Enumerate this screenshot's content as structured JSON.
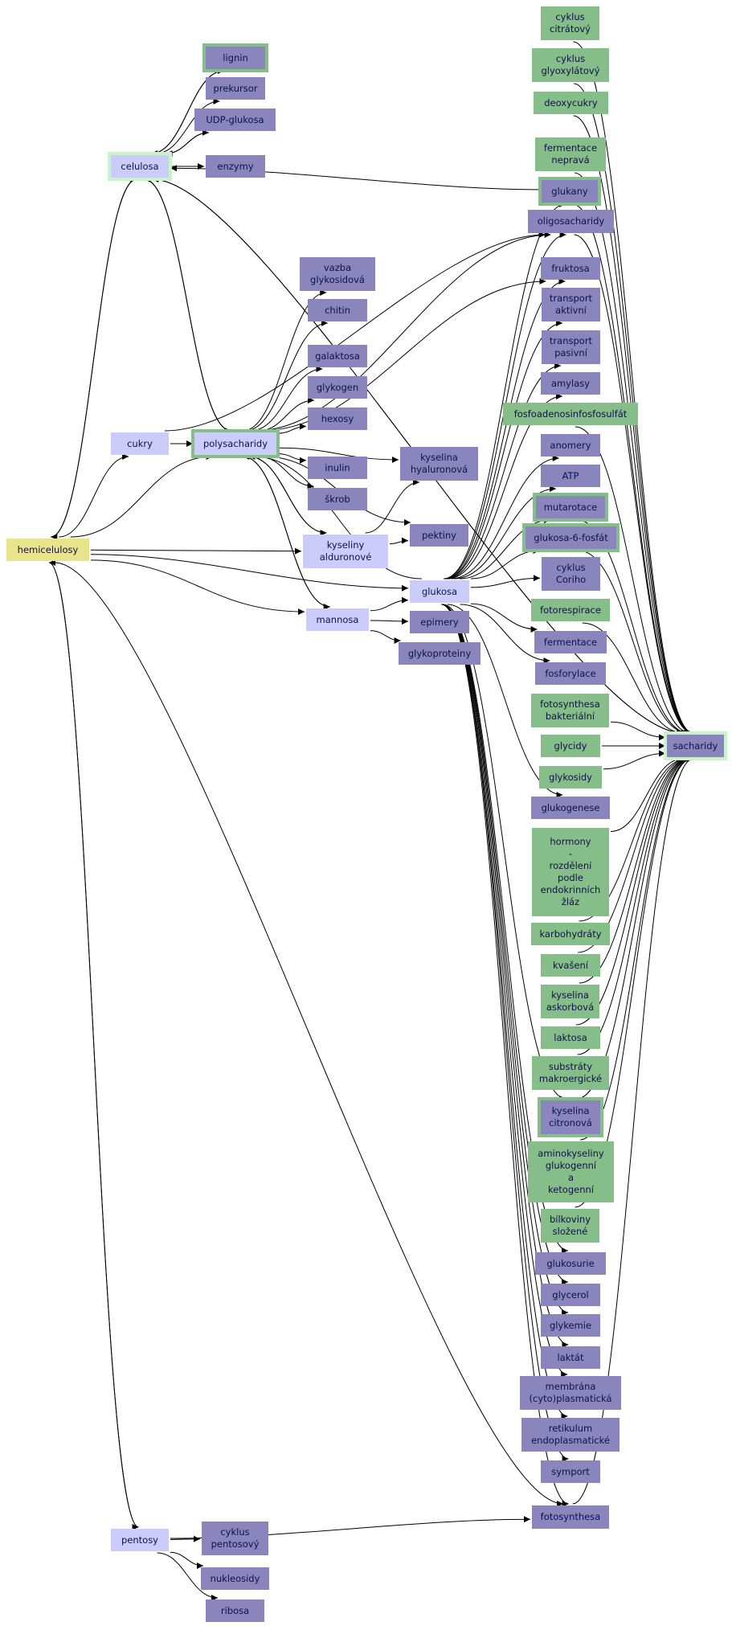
{
  "colors": {
    "purple": "#8a85bd",
    "green": "#86be8a",
    "lavender": "#ccccfb",
    "yellow": "#e8e48c",
    "edge": "#000000"
  },
  "nodes": [
    {
      "id": "cyklus_citratovy",
      "label": "cyklus\ncitrátový",
      "style": "green"
    },
    {
      "id": "cyklus_glyoxylatovy",
      "label": "cyklus\nglyoxylátový",
      "style": "green"
    },
    {
      "id": "deoxycukry",
      "label": "deoxycukry",
      "style": "green"
    },
    {
      "id": "fermentace_nepr",
      "label": "fermentace\nnepravá",
      "style": "green"
    },
    {
      "id": "glukany",
      "label": "glukany",
      "style": "purple",
      "ring": "green"
    },
    {
      "id": "oligosacharidy",
      "label": "oligosacharidy",
      "style": "purple"
    },
    {
      "id": "fruktosa",
      "label": "fruktosa",
      "style": "purple"
    },
    {
      "id": "transport_akt",
      "label": "transport\naktivní",
      "style": "purple"
    },
    {
      "id": "transport_pas",
      "label": "transport\npasivní",
      "style": "purple"
    },
    {
      "id": "amylasy",
      "label": "amylasy",
      "style": "purple"
    },
    {
      "id": "fosfoaden",
      "label": "fosfoadenosinfosfosulfát",
      "style": "green"
    },
    {
      "id": "anomery",
      "label": "anomery",
      "style": "purple"
    },
    {
      "id": "atp",
      "label": "ATP",
      "style": "purple"
    },
    {
      "id": "mutarotace",
      "label": "mutarotace",
      "style": "purple",
      "ring": "green"
    },
    {
      "id": "glukosa6f",
      "label": "glukosa-6-fosfát",
      "style": "purple",
      "ring": "green"
    },
    {
      "id": "cyklus_coriho",
      "label": "cyklus\nCoriho",
      "style": "purple"
    },
    {
      "id": "fotorespirace",
      "label": "fotorespirace",
      "style": "green"
    },
    {
      "id": "fermentace",
      "label": "fermentace",
      "style": "purple"
    },
    {
      "id": "fosforylace",
      "label": "fosforylace",
      "style": "purple"
    },
    {
      "id": "fotosynth_bakt",
      "label": "fotosynthesa\nbakteriální",
      "style": "green"
    },
    {
      "id": "glycidy",
      "label": "glycidy",
      "style": "green"
    },
    {
      "id": "glykosidy",
      "label": "glykosidy",
      "style": "green"
    },
    {
      "id": "glukogenese",
      "label": "glukogenese",
      "style": "purple"
    },
    {
      "id": "hormony",
      "label": "hormony\n-\nrozdělení\npodle\nendokrinních\nžláz",
      "style": "green"
    },
    {
      "id": "karbohydraty",
      "label": "karbohydráty",
      "style": "green"
    },
    {
      "id": "kvaseni",
      "label": "kvašení",
      "style": "green"
    },
    {
      "id": "kys_askorb",
      "label": "kyselina\naskorbová",
      "style": "green"
    },
    {
      "id": "laktosa",
      "label": "laktosa",
      "style": "green"
    },
    {
      "id": "substraty",
      "label": "substráty\nmakroergické",
      "style": "green"
    },
    {
      "id": "kys_citron",
      "label": "kyselina\ncitronová",
      "style": "purple",
      "ring": "green"
    },
    {
      "id": "aminokys",
      "label": "aminokyseliny\nglukogenní\na\nketogenní",
      "style": "green"
    },
    {
      "id": "bilkoviny",
      "label": "bílkoviny\nsložené",
      "style": "green"
    },
    {
      "id": "glukosurie",
      "label": "glukosurie",
      "style": "purple"
    },
    {
      "id": "glycerol",
      "label": "glycerol",
      "style": "purple"
    },
    {
      "id": "glykemie",
      "label": "glykemie",
      "style": "purple"
    },
    {
      "id": "laktat",
      "label": "laktát",
      "style": "purple"
    },
    {
      "id": "membrana",
      "label": "membrána\n(cyto)plasmatická",
      "style": "purple"
    },
    {
      "id": "retikulum",
      "label": "retikulum\nendoplasmatické",
      "style": "purple"
    },
    {
      "id": "symport",
      "label": "symport",
      "style": "purple"
    },
    {
      "id": "fotosynthesa",
      "label": "fotosynthesa",
      "style": "purple"
    },
    {
      "id": "sacharidy",
      "label": "sacharidy",
      "style": "purple",
      "ring": "light"
    },
    {
      "id": "lignin",
      "label": "lignin",
      "style": "purple",
      "ring": "green"
    },
    {
      "id": "prekursor",
      "label": "prekursor",
      "style": "purple"
    },
    {
      "id": "udp_glukosa",
      "label": "UDP-glukosa",
      "style": "purple"
    },
    {
      "id": "celulosa",
      "label": "celulosa",
      "style": "lav",
      "ring": "light"
    },
    {
      "id": "enzymy",
      "label": "enzymy",
      "style": "purple"
    },
    {
      "id": "vazba",
      "label": "vazba\nglykosidová",
      "style": "purple"
    },
    {
      "id": "chitin",
      "label": "chitin",
      "style": "purple"
    },
    {
      "id": "galaktosa",
      "label": "galaktosa",
      "style": "purple"
    },
    {
      "id": "glykogen",
      "label": "glykogen",
      "style": "purple"
    },
    {
      "id": "hexosy",
      "label": "hexosy",
      "style": "purple"
    },
    {
      "id": "cukry",
      "label": "cukry",
      "style": "lav"
    },
    {
      "id": "polysacharidy",
      "label": "polysacharidy",
      "style": "lav",
      "ring": "green"
    },
    {
      "id": "inulin",
      "label": "inulin",
      "style": "purple"
    },
    {
      "id": "skrob",
      "label": "škrob",
      "style": "purple"
    },
    {
      "id": "kys_hyal",
      "label": "kyselina\nhyaluronová",
      "style": "purple"
    },
    {
      "id": "pektiny",
      "label": "pektiny",
      "style": "purple"
    },
    {
      "id": "kys_aldur",
      "label": "kyseliny\nalduronové",
      "style": "lav"
    },
    {
      "id": "hemicelulosy",
      "label": "hemicelulosy",
      "style": "yellow"
    },
    {
      "id": "glukosa",
      "label": "glukosa",
      "style": "lav"
    },
    {
      "id": "mannosa",
      "label": "mannosa",
      "style": "lav"
    },
    {
      "id": "epimery",
      "label": "epimery",
      "style": "purple"
    },
    {
      "id": "glykoproteiny",
      "label": "glykoproteiny",
      "style": "purple"
    },
    {
      "id": "pentosy",
      "label": "pentosy",
      "style": "lav"
    },
    {
      "id": "cyklus_pentos",
      "label": "cyklus\npentosový",
      "style": "purple"
    },
    {
      "id": "nukleosidy",
      "label": "nukleosidy",
      "style": "purple"
    },
    {
      "id": "ribosa",
      "label": "ribosa",
      "style": "purple"
    }
  ],
  "edges": [
    [
      "cyklus_citratovy",
      "sacharidy"
    ],
    [
      "cyklus_glyoxylatovy",
      "sacharidy"
    ],
    [
      "deoxycukry",
      "sacharidy"
    ],
    [
      "fermentace_nepr",
      "sacharidy"
    ],
    [
      "glukany",
      "sacharidy"
    ],
    [
      "fosfoaden",
      "sacharidy"
    ],
    [
      "mutarotace",
      "sacharidy"
    ],
    [
      "glukosa6f",
      "sacharidy"
    ],
    [
      "fotorespirace",
      "sacharidy"
    ],
    [
      "fotosynth_bakt",
      "sacharidy"
    ],
    [
      "glycidy",
      "sacharidy"
    ],
    [
      "glykosidy",
      "sacharidy"
    ],
    [
      "hormony",
      "sacharidy"
    ],
    [
      "karbohydraty",
      "sacharidy"
    ],
    [
      "kvaseni",
      "sacharidy"
    ],
    [
      "kys_askorb",
      "sacharidy"
    ],
    [
      "laktosa",
      "sacharidy"
    ],
    [
      "substraty",
      "sacharidy"
    ],
    [
      "kys_citron",
      "sacharidy"
    ],
    [
      "aminokys",
      "sacharidy"
    ],
    [
      "bilkoviny",
      "sacharidy"
    ],
    [
      "oligosacharidy",
      "sacharidy"
    ],
    [
      "fotosynthesa",
      "sacharidy"
    ],
    [
      "celulosa",
      "sacharidy"
    ],
    [
      "celulosa",
      "lignin"
    ],
    [
      "celulosa",
      "prekursor"
    ],
    [
      "celulosa",
      "udp_glukosa"
    ],
    [
      "celulosa",
      "enzymy"
    ],
    [
      "lignin",
      "celulosa"
    ],
    [
      "udp_glukosa",
      "celulosa"
    ],
    [
      "glukany",
      "celulosa"
    ],
    [
      "sacharidy",
      "celulosa"
    ],
    [
      "celulosa",
      "polysacharidy"
    ],
    [
      "polysacharidy",
      "celulosa"
    ],
    [
      "celulosa",
      "hemicelulosy"
    ],
    [
      "hemicelulosy",
      "celulosa"
    ],
    [
      "cukry",
      "oligosacharidy"
    ],
    [
      "cukry",
      "polysacharidy"
    ],
    [
      "polysacharidy",
      "vazba"
    ],
    [
      "polysacharidy",
      "chitin"
    ],
    [
      "polysacharidy",
      "galaktosa"
    ],
    [
      "polysacharidy",
      "glykogen"
    ],
    [
      "polysacharidy",
      "hexosy"
    ],
    [
      "polysacharidy",
      "inulin"
    ],
    [
      "polysacharidy",
      "skrob"
    ],
    [
      "polysacharidy",
      "kys_hyal"
    ],
    [
      "polysacharidy",
      "pektiny"
    ],
    [
      "polysacharidy",
      "kys_aldur"
    ],
    [
      "polysacharidy",
      "mannosa"
    ],
    [
      "polysacharidy",
      "fruktosa"
    ],
    [
      "polysacharidy",
      "oligosacharidy"
    ],
    [
      "kys_aldur",
      "polysacharidy"
    ],
    [
      "mannosa",
      "polysacharidy"
    ],
    [
      "glukosa",
      "polysacharidy"
    ],
    [
      "kys_aldur",
      "kys_hyal"
    ],
    [
      "kys_aldur",
      "pektiny"
    ],
    [
      "hemicelulosy",
      "cukry"
    ],
    [
      "hemicelulosy",
      "polysacharidy"
    ],
    [
      "hemicelulosy",
      "kys_aldur"
    ],
    [
      "hemicelulosy",
      "glukosa"
    ],
    [
      "hemicelulosy",
      "mannosa"
    ],
    [
      "hemicelulosy",
      "pentosy"
    ],
    [
      "hemicelulosy",
      "fotosynthesa"
    ],
    [
      "pentosy",
      "hemicelulosy"
    ],
    [
      "mannosa",
      "glukosa"
    ],
    [
      "mannosa",
      "epimery"
    ],
    [
      "mannosa",
      "glykoproteiny"
    ],
    [
      "glukosa",
      "glukany"
    ],
    [
      "glukosa",
      "oligosacharidy"
    ],
    [
      "glukosa",
      "fruktosa"
    ],
    [
      "glukosa",
      "transport_akt"
    ],
    [
      "glukosa",
      "transport_pas"
    ],
    [
      "glukosa",
      "amylasy"
    ],
    [
      "glukosa",
      "anomery"
    ],
    [
      "glukosa",
      "atp"
    ],
    [
      "glukosa",
      "mutarotace"
    ],
    [
      "glukosa",
      "glukosa6f"
    ],
    [
      "glukosa",
      "cyklus_coriho"
    ],
    [
      "glukosa",
      "fermentace"
    ],
    [
      "glukosa",
      "fosforylace"
    ],
    [
      "glukosa",
      "glukogenese"
    ],
    [
      "glukosa",
      "kys_citron"
    ],
    [
      "glukosa",
      "glukosurie"
    ],
    [
      "glukosa",
      "glycerol"
    ],
    [
      "glukosa",
      "glykemie"
    ],
    [
      "glukosa",
      "laktat"
    ],
    [
      "glukosa",
      "membrana"
    ],
    [
      "glukosa",
      "retikulum"
    ],
    [
      "glukosa",
      "symport"
    ],
    [
      "glukosa",
      "fotosynthesa"
    ],
    [
      "pentosy",
      "cyklus_pentos"
    ],
    [
      "pentosy",
      "nukleosidy"
    ],
    [
      "pentosy",
      "ribosa"
    ],
    [
      "pentosy",
      "fotosynthesa"
    ]
  ]
}
